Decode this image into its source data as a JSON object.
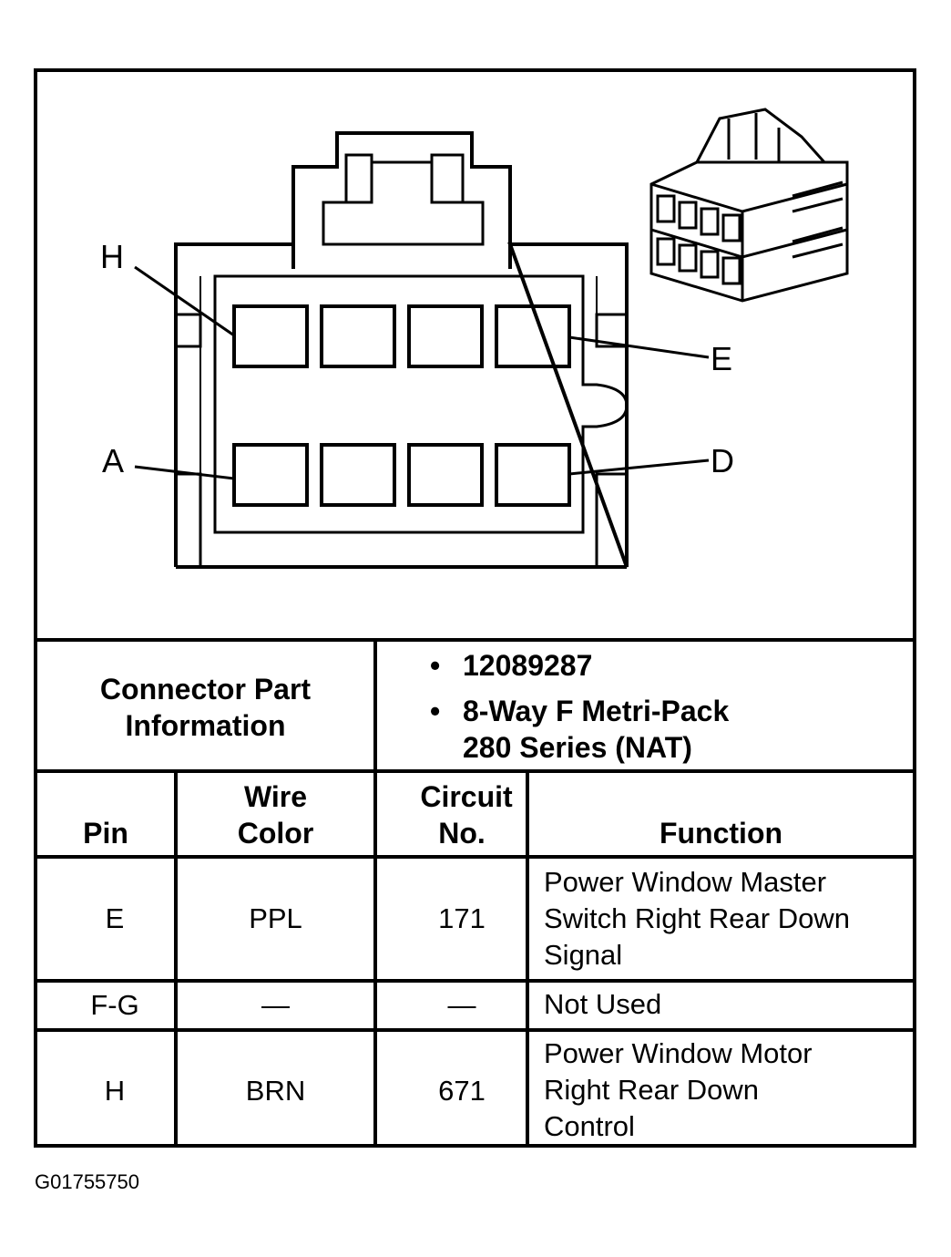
{
  "diagram": {
    "pin_labels": [
      "H",
      "E",
      "A",
      "D"
    ]
  },
  "connector_info": {
    "label_line1": "Connector Part",
    "label_line2": "Information",
    "part_number": "12089287",
    "description_line1": "8-Way F Metri-Pack",
    "description_line2": "280 Series (NAT)",
    "bullet": "•"
  },
  "table": {
    "headers": {
      "pin": "Pin",
      "wire_color_line1": "Wire",
      "wire_color_line2": "Color",
      "circuit_line1": "Circuit",
      "circuit_line2": "No.",
      "function": "Function"
    },
    "rows": [
      {
        "pin": "E",
        "wire_color": "PPL",
        "circuit": "171",
        "function_lines": [
          "Power Window Master",
          "Switch Right Rear Down",
          "Signal"
        ]
      },
      {
        "pin": "F-G",
        "wire_color": "—",
        "circuit": "—",
        "function_lines": [
          "Not Used"
        ]
      },
      {
        "pin": "H",
        "wire_color": "BRN",
        "circuit": "671",
        "function_lines": [
          "Power Window Motor",
          "Right Rear Down",
          "Control"
        ]
      }
    ]
  },
  "footer_code": "G01755750"
}
